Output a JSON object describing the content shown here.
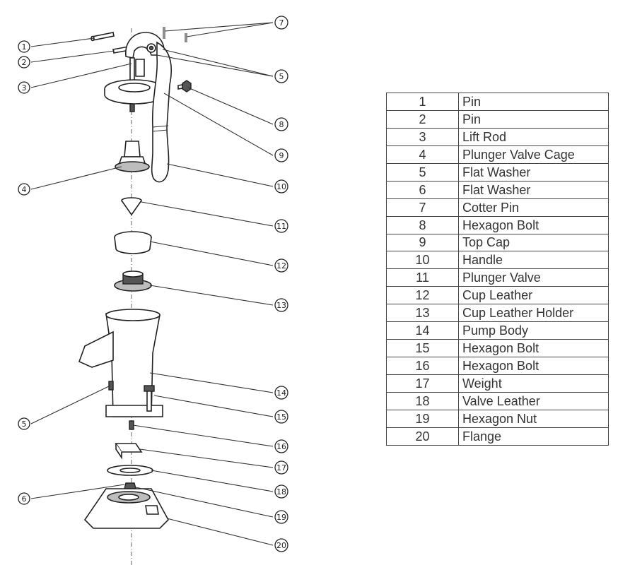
{
  "callouts": [
    "1",
    "2",
    "3",
    "4",
    "5",
    "6",
    "7",
    "8",
    "9",
    "10",
    "11",
    "12",
    "13",
    "14",
    "15",
    "16",
    "17",
    "18",
    "19",
    "20"
  ],
  "left_callouts": [
    {
      "num": "1"
    },
    {
      "num": "2"
    },
    {
      "num": "3"
    },
    {
      "num": "4"
    },
    {
      "num": "5"
    },
    {
      "num": "6"
    }
  ],
  "right_callouts": [
    {
      "num": "7"
    },
    {
      "num": "5"
    },
    {
      "num": "8"
    },
    {
      "num": "9"
    },
    {
      "num": "10"
    },
    {
      "num": "11"
    },
    {
      "num": "12"
    },
    {
      "num": "13"
    },
    {
      "num": "14"
    },
    {
      "num": "15"
    },
    {
      "num": "16"
    },
    {
      "num": "17"
    },
    {
      "num": "18"
    },
    {
      "num": "19"
    },
    {
      "num": "20"
    }
  ],
  "parts": [
    {
      "num": "1",
      "name": "Pin"
    },
    {
      "num": "2",
      "name": "Pin"
    },
    {
      "num": "3",
      "name": "Lift Rod"
    },
    {
      "num": "4",
      "name": "Plunger Valve Cage"
    },
    {
      "num": "5",
      "name": "Flat Washer"
    },
    {
      "num": "6",
      "name": "Flat Washer"
    },
    {
      "num": "7",
      "name": "Cotter Pin"
    },
    {
      "num": "8",
      "name": "Hexagon Bolt"
    },
    {
      "num": "9",
      "name": "Top Cap"
    },
    {
      "num": "10",
      "name": "Handle"
    },
    {
      "num": "11",
      "name": "Plunger Valve"
    },
    {
      "num": "12",
      "name": "Cup Leather"
    },
    {
      "num": "13",
      "name": "Cup Leather Holder"
    },
    {
      "num": "14",
      "name": "Pump Body"
    },
    {
      "num": "15",
      "name": "Hexagon Bolt"
    },
    {
      "num": "16",
      "name": "Hexagon Bolt"
    },
    {
      "num": "17",
      "name": "Weight"
    },
    {
      "num": "18",
      "name": "Valve Leather"
    },
    {
      "num": "19",
      "name": "Hexagon Nut"
    },
    {
      "num": "20",
      "name": "Flange"
    }
  ]
}
